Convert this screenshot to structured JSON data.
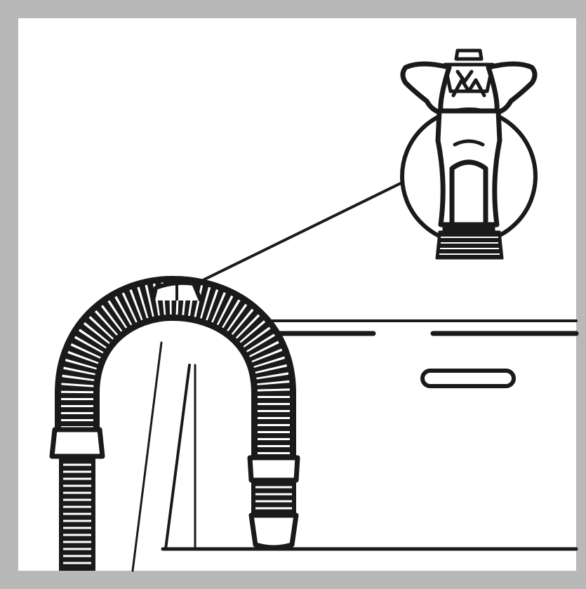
{
  "colors": {
    "frame": "#b8b8b8",
    "ink": "#1a1a1a",
    "paper": "#ffffff"
  },
  "icons": {
    "detail_part": "hose-clamp-icon",
    "hose": "corrugated-drain-hose",
    "sink": "sink-basin"
  },
  "diagram": {
    "callout": "magnified-detail-of-hose-clip"
  }
}
